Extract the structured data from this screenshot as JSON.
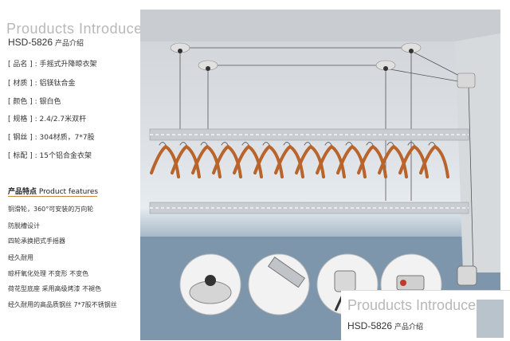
{
  "header": {
    "title": "Prouducts Introduce",
    "model": "HSD-5826",
    "model_cn": "产品介绍"
  },
  "specs": [
    "[ 品名 ] : 手摇式升降晾衣架",
    "[ 材质 ] : 铝镁钛合金",
    "[ 颜色 ] : 银白色",
    "[ 规格 ] : 2.4/2.7米双杆",
    "[ 钢丝 ] : 304材质，7*7股",
    "[ 标配 ] : 15个铝合金衣架"
  ],
  "features": {
    "title_cn": "产品特点",
    "title_en": "Product features",
    "items": [
      "铜滑轮，360°可安装的万向轮",
      "防脱槽设计",
      "四轮承换把式手摇器",
      "经久耐用",
      "晾杆氧化处理  不变形  不变色",
      "荷花型底座  采用高级烤漆  不褪色",
      "经久耐用的高品质钢丝  7*7股不锈钢丝"
    ]
  },
  "card": {
    "title": "Prouducts Introduce",
    "model": "HSD-5826",
    "model_cn": "产品介绍"
  },
  "colors": {
    "accent_line": "#c28a3a",
    "hanger": "#b8642a",
    "rod": "#c9ccd0"
  }
}
